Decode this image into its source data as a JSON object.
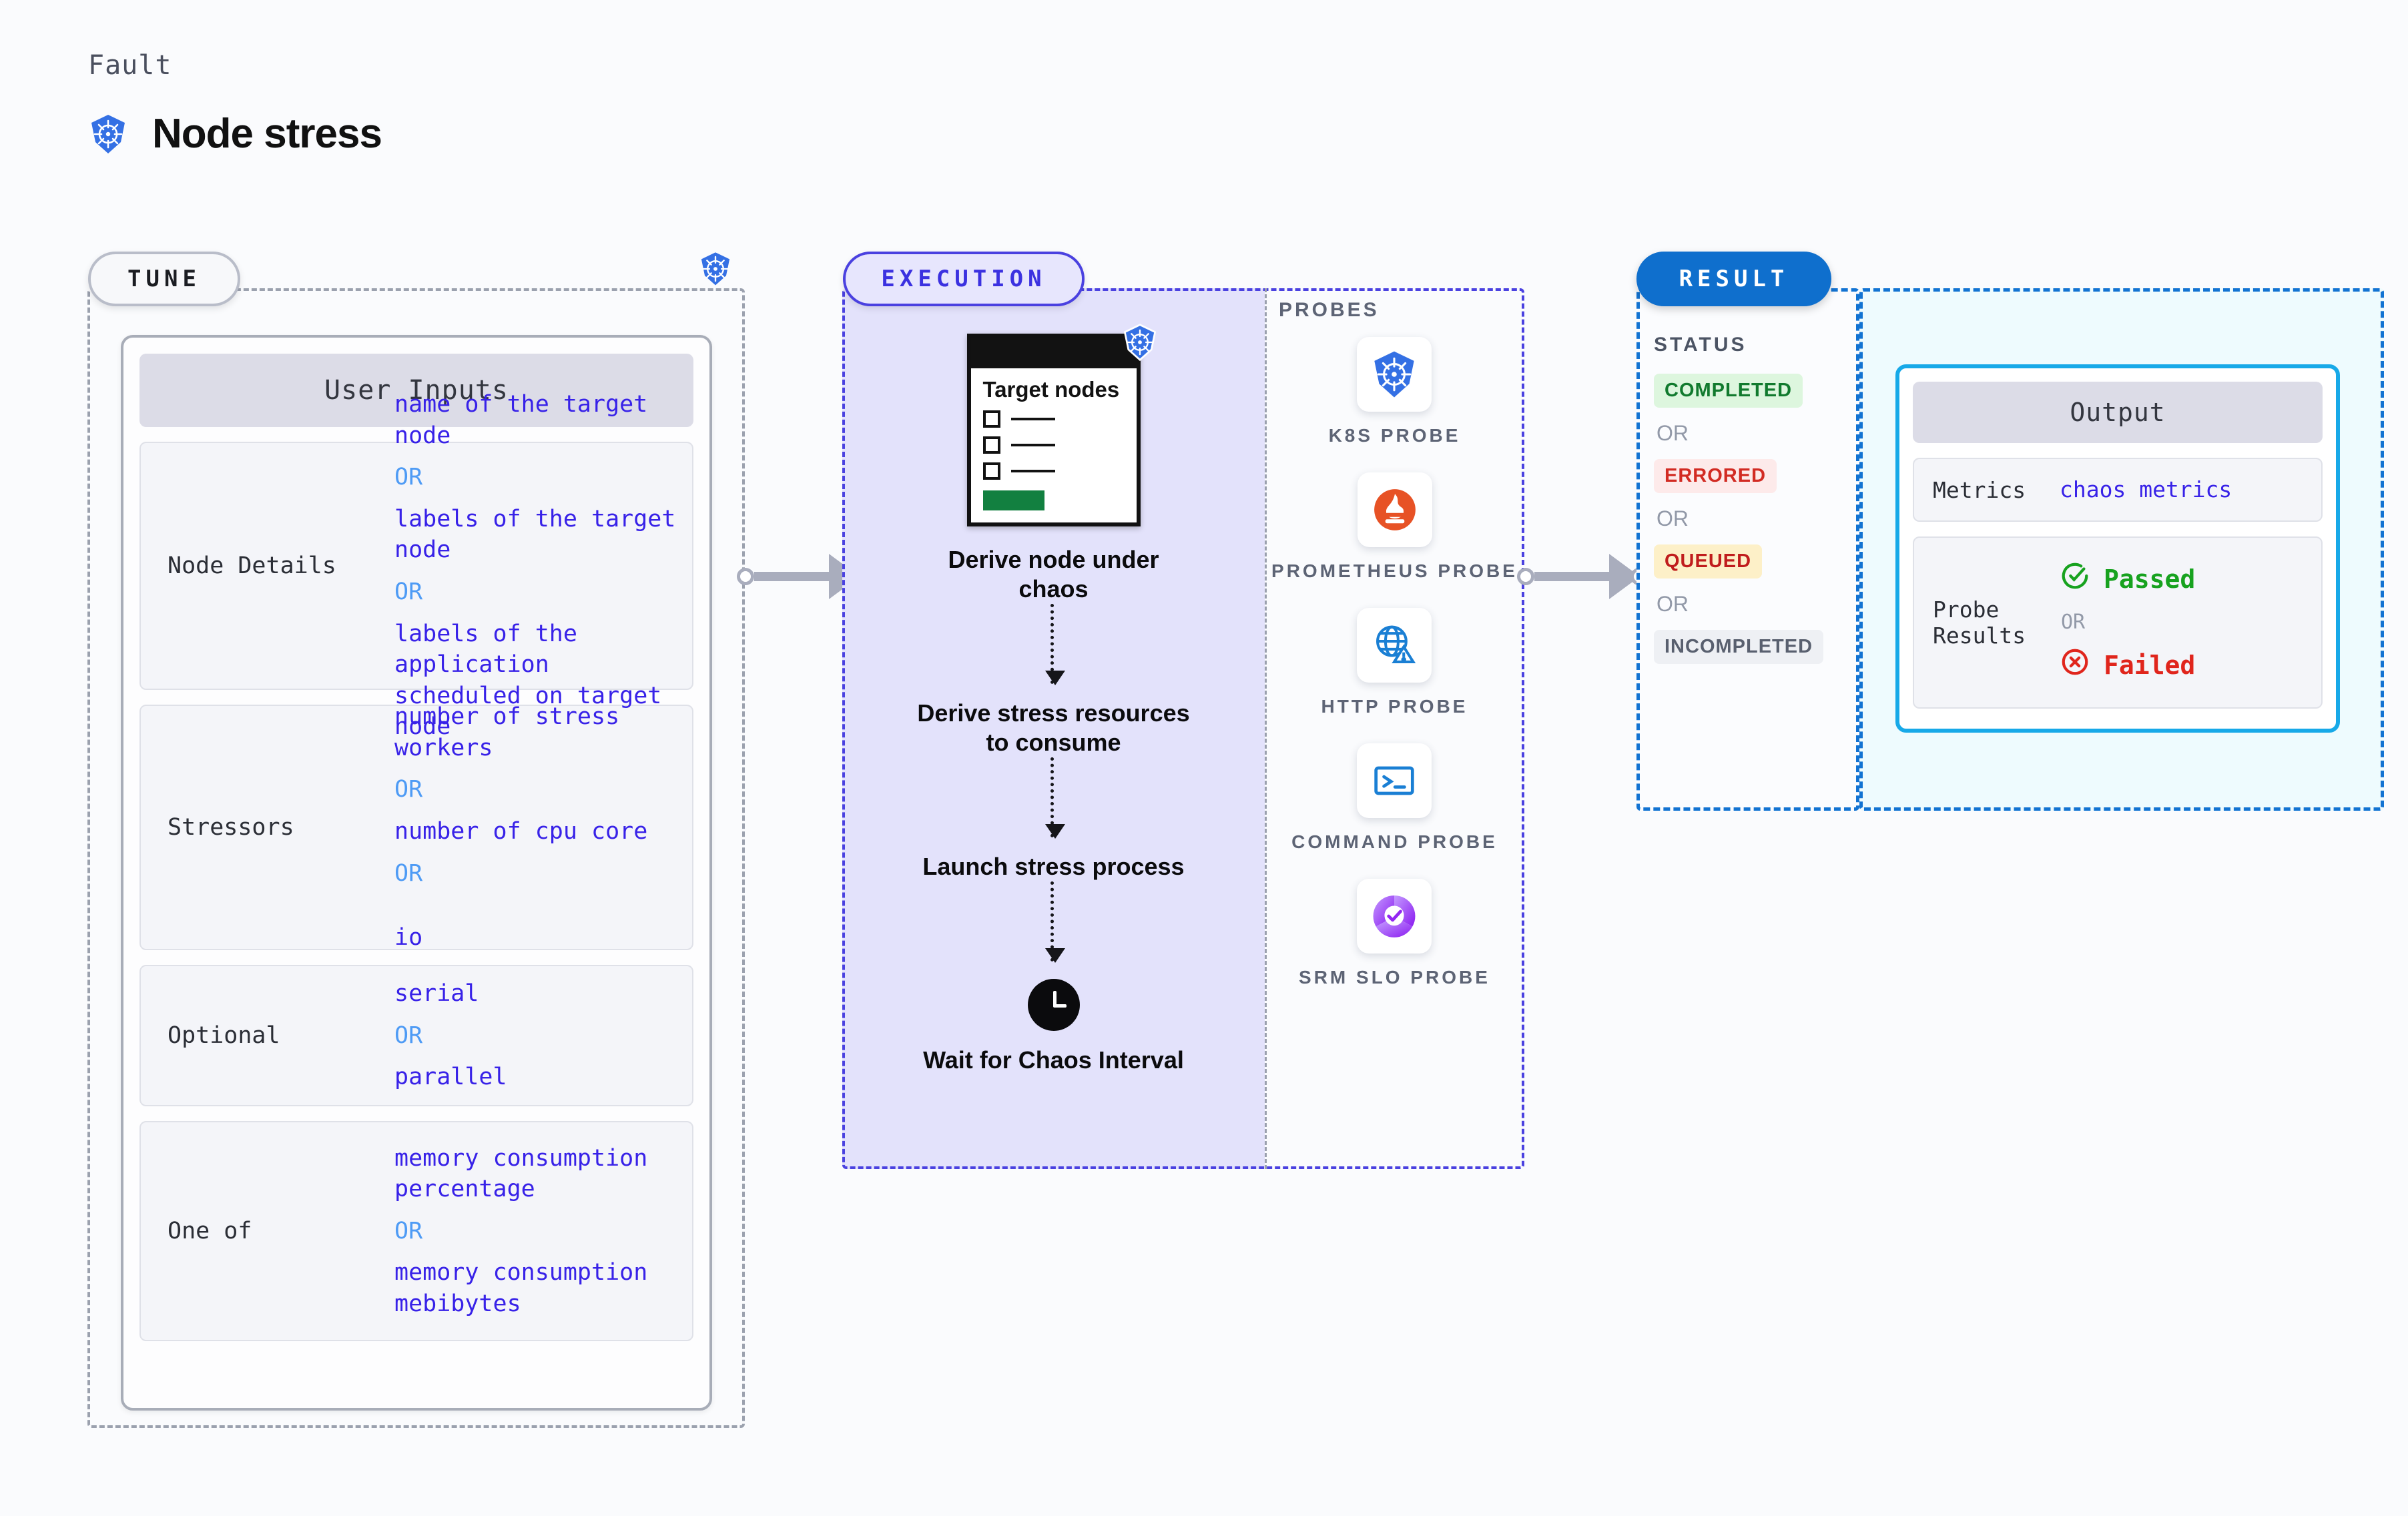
{
  "header": {
    "kicker": "Fault",
    "title": "Node stress",
    "icon": "kubernetes-icon"
  },
  "tune": {
    "pill": "TUNE",
    "card_title": "User Inputs",
    "rows": [
      {
        "key": "Node Details",
        "values": [
          "name of the target node",
          "labels of the target node",
          "labels of the application\n scheduled on target node"
        ],
        "separator": "OR"
      },
      {
        "key": "Stressors",
        "values": [
          "number of stress workers",
          "number of cpu core",
          "io"
        ],
        "separator": "OR"
      },
      {
        "key": "Optional",
        "values": [
          "serial",
          "parallel"
        ],
        "separator": "OR"
      },
      {
        "key": "One of",
        "values": [
          "memory consumption percentage",
          "memory consumption mebibytes"
        ],
        "separator": "OR"
      }
    ]
  },
  "execution": {
    "pill": "EXECUTION",
    "node_card": {
      "title": "Target nodes",
      "icon": "kubernetes-icon"
    },
    "steps": [
      {
        "label": "Derive node under chaos"
      },
      {
        "label": "Derive stress resources to consume"
      },
      {
        "label": "Launch stress process"
      },
      {
        "label": "Wait for Chaos Interval",
        "icon": "clock-icon"
      }
    ],
    "probes_title": "PROBES",
    "probes": [
      {
        "name": "K8S PROBE",
        "icon": "kubernetes-icon"
      },
      {
        "name": "PROMETHEUS PROBE",
        "icon": "prometheus-icon"
      },
      {
        "name": "HTTP PROBE",
        "icon": "globe-alert-icon"
      },
      {
        "name": "COMMAND PROBE",
        "icon": "terminal-icon"
      },
      {
        "name": "SRM SLO PROBE",
        "icon": "srm-slo-icon"
      }
    ]
  },
  "result": {
    "pill": "RESULT",
    "status_title": "STATUS",
    "separator": "OR",
    "statuses": [
      {
        "label": "COMPLETED",
        "color": "#117a2e",
        "bg": "#ddf6de"
      },
      {
        "label": "ERRORED",
        "color": "#d22b23",
        "bg": "#fdeaea"
      },
      {
        "label": "QUEUED",
        "color": "#c01d1d",
        "bg": "#fdf0c8"
      },
      {
        "label": "INCOMPLETED",
        "color": "#59606f",
        "bg": "#eef0f4"
      }
    ],
    "output": {
      "title": "Output",
      "metrics_key": "Metrics",
      "metrics_value": "chaos metrics",
      "probe_key": "Probe Results",
      "passed": "Passed",
      "failed": "Failed",
      "separator": "OR"
    }
  },
  "colors": {
    "tune_border": "#9ba1ae",
    "execution_border": "#4a41e0",
    "execution_fill": "#e3e2fb",
    "result_border": "#1273d2",
    "result_fill": "#eefbfe",
    "value_text": "#3822e8",
    "or_text": "#4e9bf5",
    "passed": "#17a21f",
    "failed": "#e0251c",
    "output_border": "#17a9e8"
  }
}
